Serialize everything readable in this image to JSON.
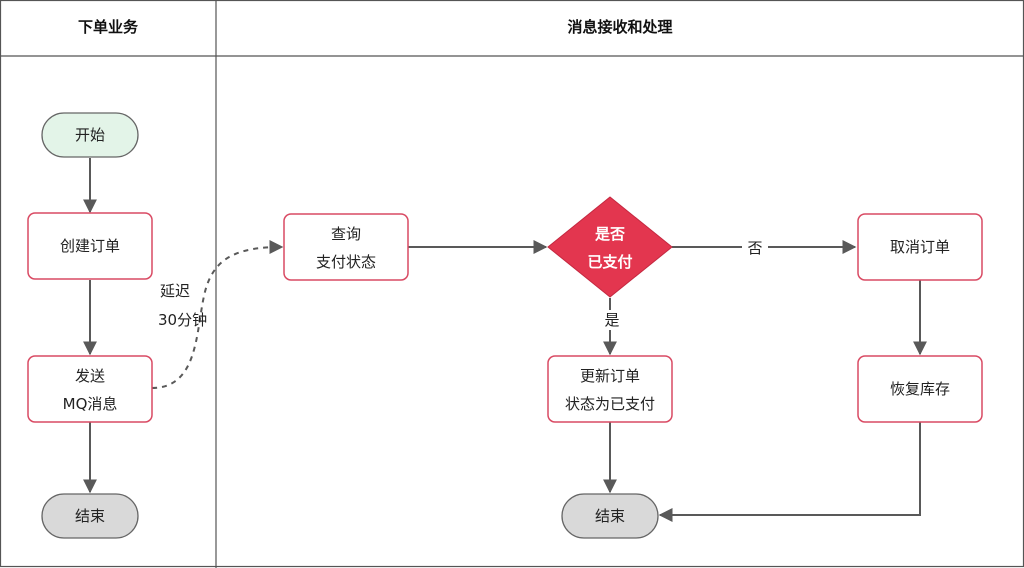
{
  "lanes": [
    {
      "title": "下单业务"
    },
    {
      "title": "消息接收和处理"
    }
  ],
  "nodes": {
    "start": {
      "label": "开始"
    },
    "create_order": {
      "label": "创建订单"
    },
    "send_mq": {
      "line1": "发送",
      "line2": "MQ消息"
    },
    "end_left": {
      "label": "结束"
    },
    "query_status": {
      "line1": "查询",
      "line2": "支付状态"
    },
    "is_paid": {
      "line1": "是否",
      "line2": "已支付"
    },
    "update_order": {
      "line1": "更新订单",
      "line2": "状态为已支付"
    },
    "cancel_order": {
      "label": "取消订单"
    },
    "restore_stock": {
      "label": "恢复库存"
    },
    "end_right": {
      "label": "结束"
    }
  },
  "edge_labels": {
    "delay_line1": "延迟",
    "delay_line2": "30分钟",
    "yes": "是",
    "no": "否"
  },
  "colors": {
    "start_fill": "#e3f4e8",
    "end_fill": "#d9d9d9",
    "process_border": "#d94a63",
    "decision_fill": "#e3364f",
    "line": "#595959",
    "lane_border": "#555555"
  }
}
